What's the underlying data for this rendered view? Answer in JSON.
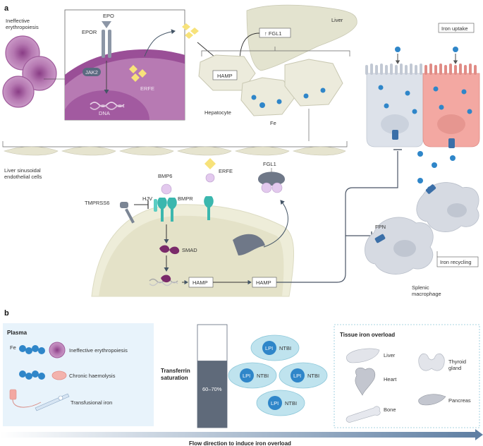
{
  "panel_a": {
    "tag": "a",
    "ineffective_erythropoiesis": [
      "Ineffective",
      "erythropoiesis"
    ],
    "epo": "EPO",
    "epor": "EPOR",
    "jak2": "JAK2",
    "dna": "DNA",
    "erfe": "ERFE",
    "liver": "Liver",
    "fgl1_up": "↑ FGL1",
    "hamp": "HAMP",
    "hepatocyte": "Hepatocyte",
    "fe": "Fe",
    "iron_uptake": "Iron uptake",
    "liver_sinusoidal": [
      "Liver sinusoidal",
      "endothelial cells"
    ],
    "bmp6": "BMP6",
    "erfe2": "ERFE",
    "fgl1": "FGL1",
    "hjv": "HJV",
    "bmpr": "BMPR",
    "tmprss6": "TMPRSS6",
    "smad": "SMAD",
    "hamp_gene": "HAMP",
    "hamp_protein": "HAMP",
    "fpn": "FPN",
    "iron_recycling": "Iron recycling",
    "splenic_macrophage": [
      "Splenic",
      "macrophage"
    ]
  },
  "panel_b": {
    "tag": "b",
    "plasma": "Plasma",
    "fe": "Fe",
    "ineffective_erythropoiesis": "Ineffective erythropoiesis",
    "chronic_haemolysis": "Chronic haemolysis",
    "transfusional_iron": "Transfusional iron",
    "transferrin": "Transferrin",
    "saturation": "saturation",
    "saturation_range": "60–70%",
    "saturation_fill_fraction": 0.65,
    "lpi": "LPI",
    "ntbi": "NTBI",
    "tissue_title": "Tissue iron overload",
    "organs": {
      "liver": "Liver",
      "heart": "Heart",
      "bone": "Bone",
      "thyroid": [
        "Thyroid",
        "gland"
      ],
      "pancreas": "Pancreas"
    },
    "flow_direction": "Flow direction to induce iron overload"
  },
  "colors": {
    "iron": "#2f86c9",
    "erythroblast": "#b06aaa",
    "hepatocyte": "#eceadb",
    "enterocyte_grey": "#dde2ea",
    "enterocyte_pink": "#f3a8a2",
    "macrophage": "#d6dae2",
    "receptor_teal": "#3bb7ae",
    "smad": "#7a2a6a",
    "plasma_panel": "#e8f3fb",
    "lpi_bubble": "#bfe3ee"
  }
}
